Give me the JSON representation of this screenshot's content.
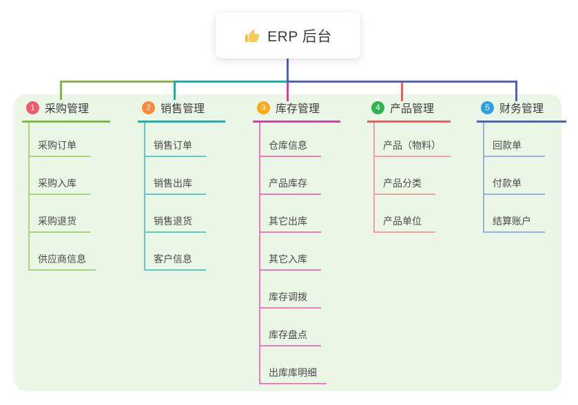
{
  "root": {
    "title": "ERP 后台",
    "line_color": "#4a60c4"
  },
  "colors": {
    "canvas_bg": "#eaf7e6",
    "card_bg": "#ffffff"
  },
  "branches": [
    {
      "number": "1",
      "title": "采购管理",
      "color": "#7fb943",
      "light_color": "#a9d37e",
      "badge_color": "#f0596e",
      "children": [
        "采购订单",
        "采购入库",
        "采购退货",
        "供应商信息"
      ]
    },
    {
      "number": "2",
      "title": "销售管理",
      "color": "#16b3a8",
      "light_color": "#5fc9c1",
      "badge_color": "#fb8a3a",
      "children": [
        "销售订单",
        "销售出库",
        "销售退货",
        "客户信息"
      ]
    },
    {
      "number": "3",
      "title": "库存管理",
      "color": "#d93f9e",
      "light_color": "#ee77be",
      "badge_color": "#fbab17",
      "children": [
        "仓库信息",
        "产品库存",
        "其它出库",
        "其它入库",
        "库存调拨",
        "库存盘点",
        "出库库明细"
      ]
    },
    {
      "number": "4",
      "title": "产品管理",
      "color": "#f25b5b",
      "light_color": "#f59c9c",
      "badge_color": "#2fb353",
      "children": [
        "产品（物料）",
        "产品分类",
        "产品单位"
      ]
    },
    {
      "number": "5",
      "title": "财务管理",
      "color": "#4a60c4",
      "light_color": "#9aaee0",
      "badge_color": "#2f9fe0",
      "children": [
        "回款单",
        "付款单",
        "结算账户"
      ]
    }
  ]
}
